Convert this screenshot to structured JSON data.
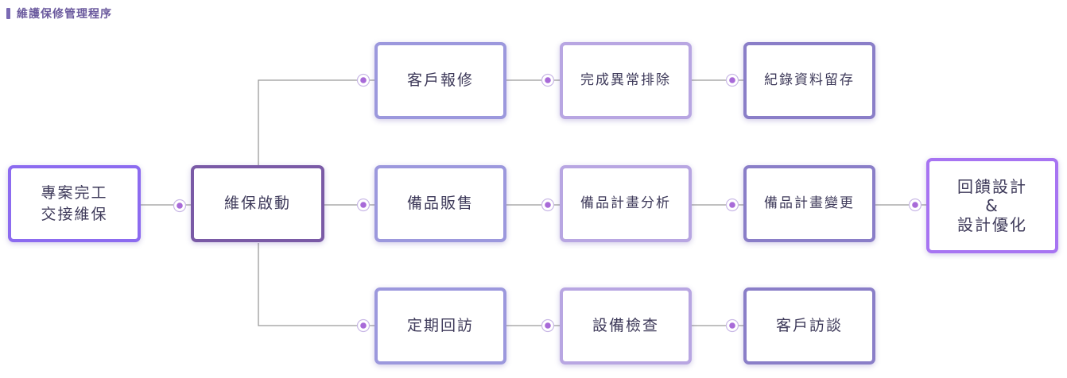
{
  "title": "維護保修管理程序",
  "colors": {
    "line": "#9a9a9a",
    "dot": "#a86ad8"
  },
  "nodes": {
    "project_complete": "專案完工\n交接維保",
    "maintenance_start": "維保啟動",
    "customer_report": "客戶報修",
    "fault_cleared": "完成異常排除",
    "record_archive": "紀錄資料留存",
    "spare_parts_sales": "備品販售",
    "spare_plan_analysis": "備品計畫分析",
    "spare_plan_change": "備品計畫變更",
    "feedback_design": "回饋設計\n&\n設計優化",
    "scheduled_visit": "定期回訪",
    "equipment_inspection": "設備檢查",
    "customer_interview": "客戶訪談"
  }
}
